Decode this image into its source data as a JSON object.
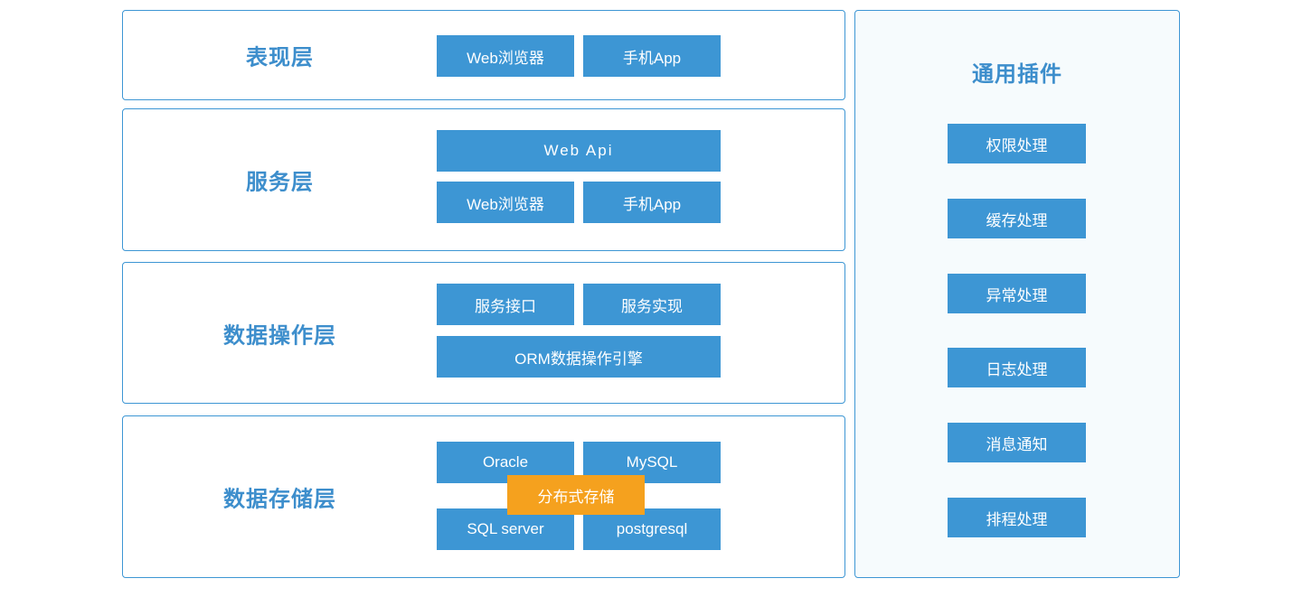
{
  "theme": {
    "node_blue": "#3d96d4",
    "label_blue": "#3d8ecc",
    "panel_border": "#3d96d4",
    "highlight_orange": "#f5a11e",
    "plugin_panel_bg": "#f6fbfd",
    "page_bg": "#ffffff",
    "node_text": "#ffffff"
  },
  "layers": [
    {
      "id": "presentation",
      "title": "表现层",
      "rows": [
        {
          "type": "pair",
          "left": "Web浏览器",
          "right": "手机App"
        }
      ]
    },
    {
      "id": "service",
      "title": "服务层",
      "rows": [
        {
          "type": "wide",
          "label": "Web Api"
        },
        {
          "type": "pair",
          "left": "Web浏览器",
          "right": "手机App"
        }
      ]
    },
    {
      "id": "data-operation",
      "title": "数据操作层",
      "rows": [
        {
          "type": "pair",
          "left": "服务接口",
          "right": "服务实现"
        },
        {
          "type": "wide",
          "label": "ORM数据操作引擎"
        }
      ]
    },
    {
      "id": "data-storage",
      "title": "数据存储层",
      "rows": [
        {
          "type": "pair",
          "left": "Oracle",
          "right": "MySQL"
        },
        {
          "type": "pair",
          "left": "SQL server",
          "right": "postgresql"
        }
      ],
      "overlay": {
        "label": "分布式存储"
      }
    }
  ],
  "plugins": {
    "title": "通用插件",
    "items": [
      {
        "label": "权限处理"
      },
      {
        "label": "缓存处理"
      },
      {
        "label": "异常处理"
      },
      {
        "label": "日志处理"
      },
      {
        "label": "消息通知"
      },
      {
        "label": "排程处理"
      }
    ]
  }
}
